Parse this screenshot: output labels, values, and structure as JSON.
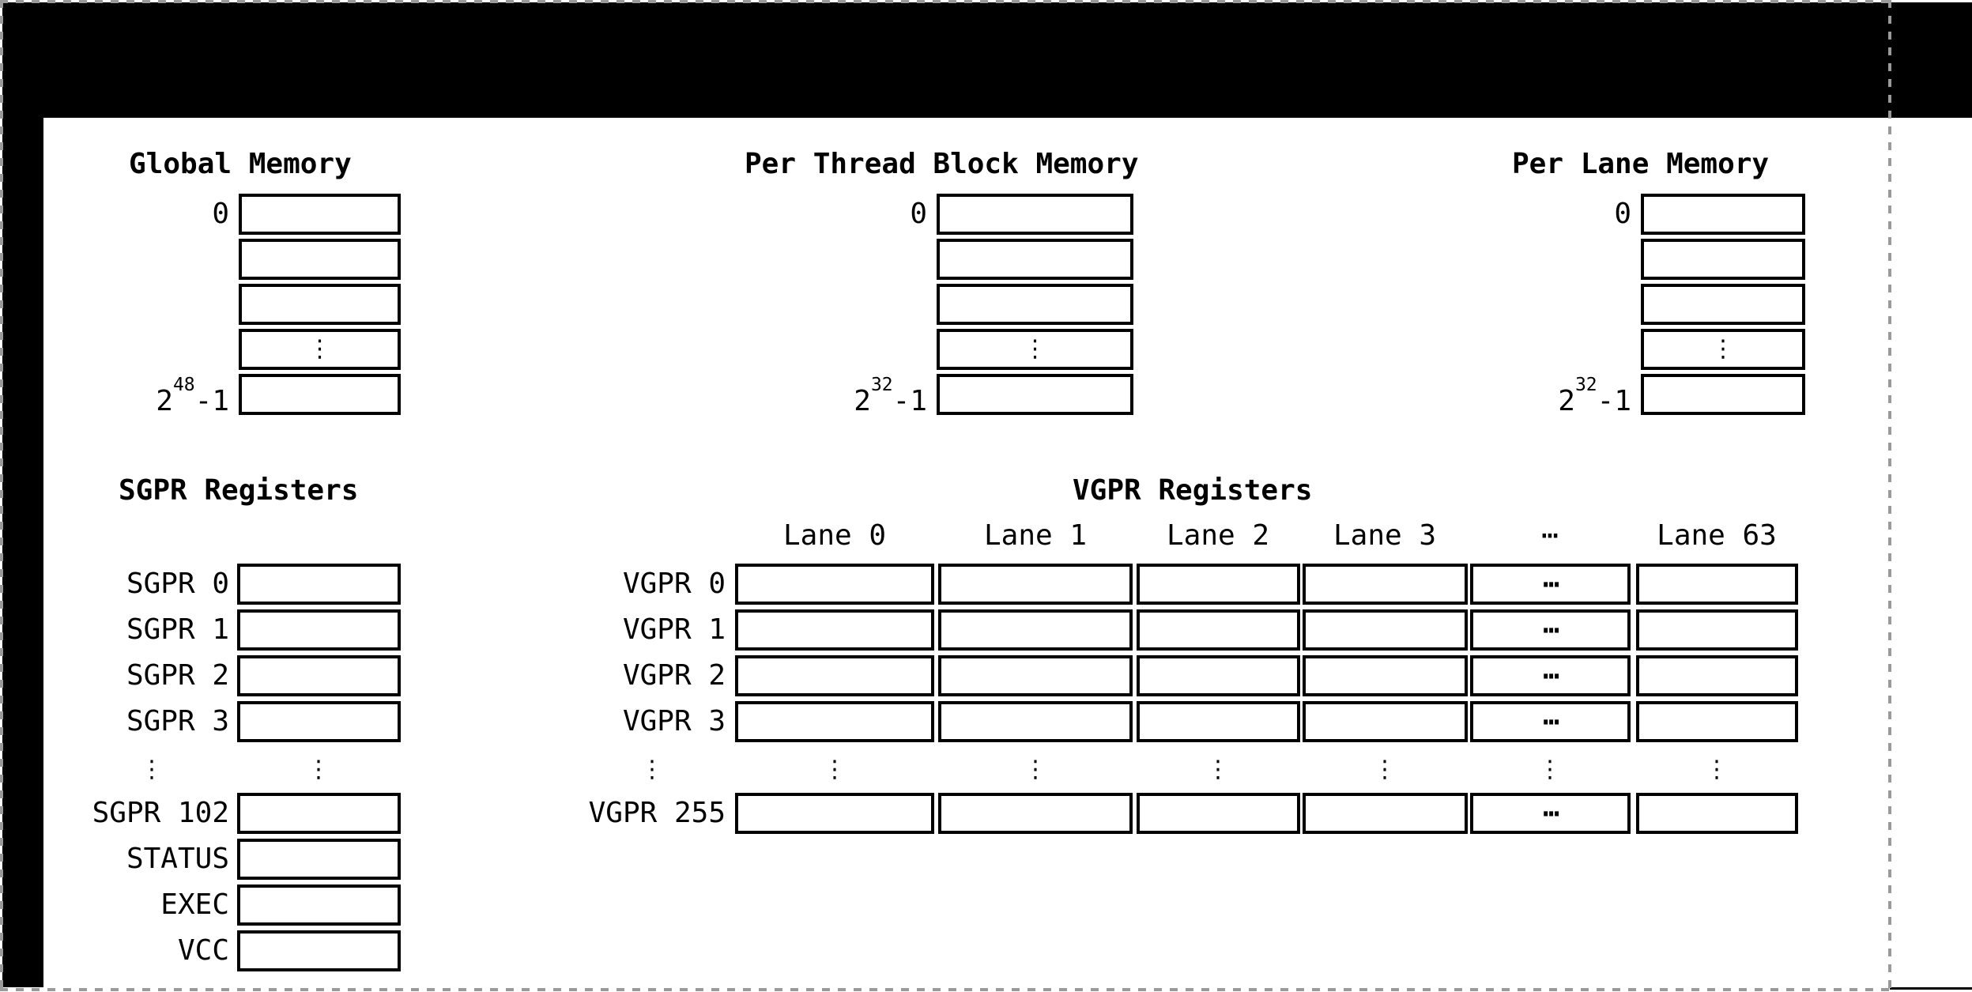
{
  "colors": {
    "background": "#ffffff",
    "top_band": "#000000",
    "box_border": "#000000",
    "marquee_dash": "#9a9a9a",
    "text": "#000000"
  },
  "symbols": {
    "v_ellipsis": "⋮",
    "h_ellipsis": "⋯"
  },
  "memories": [
    {
      "title": "Global Memory",
      "top_address": "0",
      "bottom_address": {
        "base": "2",
        "exponent": "48",
        "suffix": "-1"
      }
    },
    {
      "title": "Per Thread Block Memory",
      "top_address": "0",
      "bottom_address": {
        "base": "2",
        "exponent": "32",
        "suffix": "-1"
      }
    },
    {
      "title": "Per Lane Memory",
      "top_address": "0",
      "bottom_address": {
        "base": "2",
        "exponent": "32",
        "suffix": "-1"
      }
    }
  ],
  "sgpr": {
    "title": "SGPR Registers",
    "rows": [
      "SGPR 0",
      "SGPR 1",
      "SGPR 2",
      "SGPR 3",
      "SGPR 102",
      "STATUS",
      "EXEC",
      "VCC"
    ]
  },
  "vgpr": {
    "title": "VGPR Registers",
    "lane_headers": [
      "Lane 0",
      "Lane 1",
      "Lane 2",
      "Lane 3",
      "⋯",
      "Lane 63"
    ],
    "rows": [
      "VGPR 0",
      "VGPR 1",
      "VGPR 2",
      "VGPR 3",
      "VGPR 255"
    ]
  }
}
